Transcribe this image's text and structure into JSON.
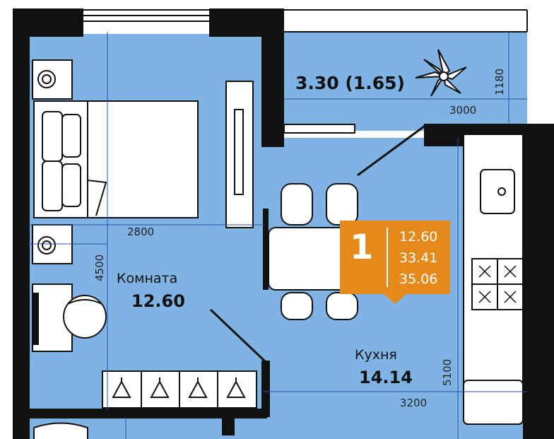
{
  "balcony": {
    "area": "3.30 (1.65)",
    "dim_width": "3000",
    "dim_depth": "1180"
  },
  "room": {
    "name": "Комната",
    "area": "12.60",
    "dim_width": "2800",
    "dim_depth": "4500"
  },
  "kitchen": {
    "name": "Кухня",
    "area": "14.14",
    "dim_width": "3200",
    "dim_depth": "5100"
  },
  "badge": {
    "rooms": "1",
    "living_area": "12.60",
    "total_area": "33.41",
    "total_area_with_balcony": "35.06"
  },
  "colors": {
    "floor": "#7fb3e3",
    "wall": "#111111",
    "badge": "#e58a1a",
    "furniture": "#ffffff"
  }
}
